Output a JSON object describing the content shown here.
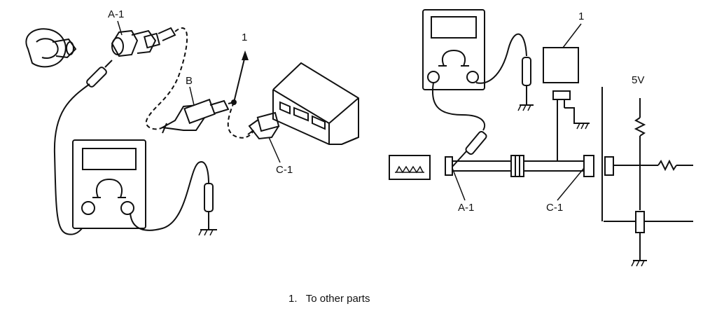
{
  "left_diagram": {
    "labels": {
      "a1": "A-1",
      "b": "B",
      "c1": "C-1",
      "one": "1"
    }
  },
  "right_diagram": {
    "labels": {
      "one": "1",
      "five_v": "5V",
      "a1": "A-1",
      "c1": "C-1"
    }
  },
  "caption": {
    "number": "1.",
    "text": "To other parts"
  }
}
